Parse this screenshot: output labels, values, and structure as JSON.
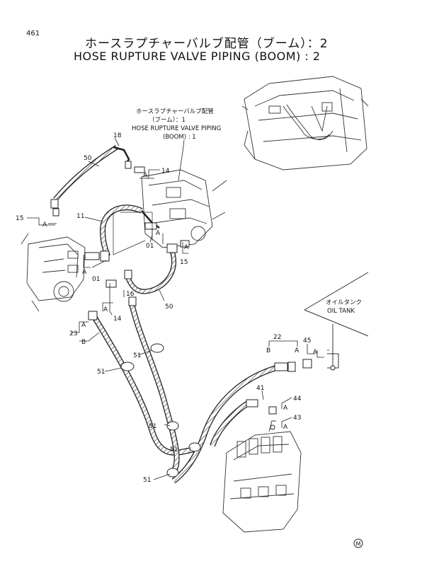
{
  "page_number": "461",
  "title_jp": "ホースラプチャーバルブ配管（ブーム）：2",
  "title_en": "HOSE RUPTURE VALVE PIPING (BOOM) : 2",
  "ref_note": {
    "jp1": "ホースラプチャーバルブ配管",
    "jp2": "（ブーム）：1",
    "en1": "HOSE RUPTURE VALVE PIPING",
    "en2": "(BOOM) : 1"
  },
  "tank": {
    "jp": "オイルタンク",
    "en": "OIL TANK"
  },
  "callouts": {
    "p18": "18",
    "p50a": "50",
    "p14a": "14",
    "p15a": "15",
    "p11": "11",
    "p01a": "01",
    "p01b": "01",
    "p15b": "15",
    "p16": "16",
    "p14b": "14",
    "p50b": "50",
    "p23": "23",
    "p51a": "51",
    "p51b": "51",
    "p51c": "51",
    "p51d": "51",
    "p51e": "51",
    "p22": "22",
    "p45": "45",
    "p41": "41",
    "p44": "44",
    "p43": "43"
  },
  "letters": {
    "a1": "A",
    "a2": "A",
    "a3": "A",
    "a4": "A",
    "a5": "A",
    "a6": "A",
    "a7": "A",
    "a8": "A",
    "a9": "A",
    "a10": "A",
    "a11": "A",
    "b1": "B",
    "b2": "B"
  },
  "mark": "M"
}
